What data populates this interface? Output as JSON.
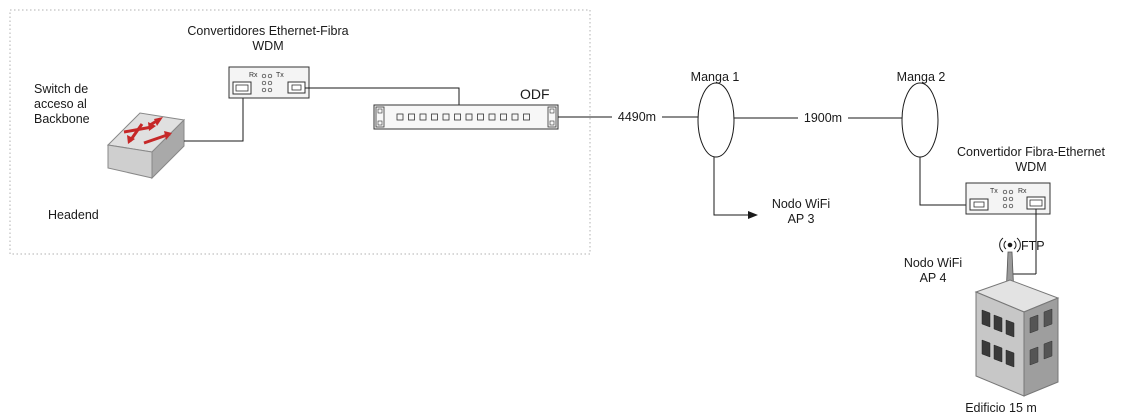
{
  "headend": {
    "title": "Headend",
    "switch_label": [
      "Switch de",
      "acceso al",
      "Backbone"
    ],
    "converter_label": [
      "Convertidores Ethernet-Fibra",
      "WDM"
    ],
    "converter_ports": {
      "rx": "Rx",
      "tx": "Tx"
    },
    "odf_label": "ODF"
  },
  "links": {
    "distance_1": "4490m",
    "distance_2": "1900m"
  },
  "splices": {
    "manga_1": "Manga 1",
    "manga_2": "Manga 2"
  },
  "nodes": {
    "ap3": [
      "Nodo WiFi",
      "AP 3"
    ],
    "ap4": [
      "Nodo WiFi",
      "AP 4"
    ],
    "remote_converter_label": [
      "Convertidor Fibra-Ethernet",
      "WDM"
    ],
    "remote_converter_ports": {
      "tx": "Tx",
      "rx": "Rx"
    },
    "ftp_label": "FTP",
    "building_label": "Edificio 15 m"
  },
  "colors": {
    "line": "#1a1a1a",
    "border_dotted": "#b0b0b0",
    "switch_arrow": "#c62828",
    "building_face": "#c7c7c7",
    "building_side": "#9e9e9e"
  }
}
